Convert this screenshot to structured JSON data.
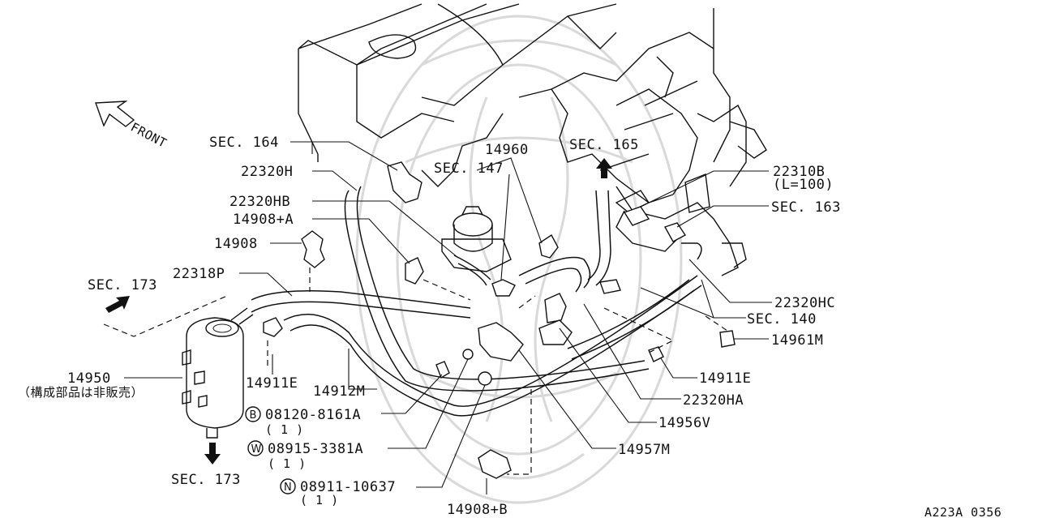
{
  "diagram": {
    "code": "A223A 0356",
    "front_label": "FRONT",
    "labels": {
      "sec164": "SEC. 164",
      "p22320H": "22320H",
      "p22320HB": "22320HB",
      "p14908A": "14908+A",
      "p14908": "14908",
      "p22318P": "22318P",
      "sec173_top": "SEC. 173",
      "p14950": "14950",
      "p14950_note": "（構成部品は非販売）",
      "p14911E_left": "14911E",
      "p14912M": "14912M",
      "sec173_bottom": "SEC. 173",
      "sec147": "SEC. 147",
      "p14960": "14960",
      "sec165": "SEC. 165",
      "p22310B": "22310B",
      "p22310B_len": "(L=100)",
      "sec163": "SEC. 163",
      "p22320HC": "22320HC",
      "sec140": "SEC. 140",
      "p14961M": "14961M",
      "p14911E_right": "14911E",
      "p22320HA": "22320HA",
      "p14956V": "14956V",
      "p14957M": "14957M",
      "p14908B": "14908+B"
    },
    "fasteners": [
      {
        "symbol": "B",
        "part": "08120-8161A",
        "qty": "( 1 )"
      },
      {
        "symbol": "W",
        "part": "08915-3381A",
        "qty": "( 1 )"
      },
      {
        "symbol": "N",
        "part": "08911-10637",
        "qty": "( 1 )"
      }
    ]
  }
}
